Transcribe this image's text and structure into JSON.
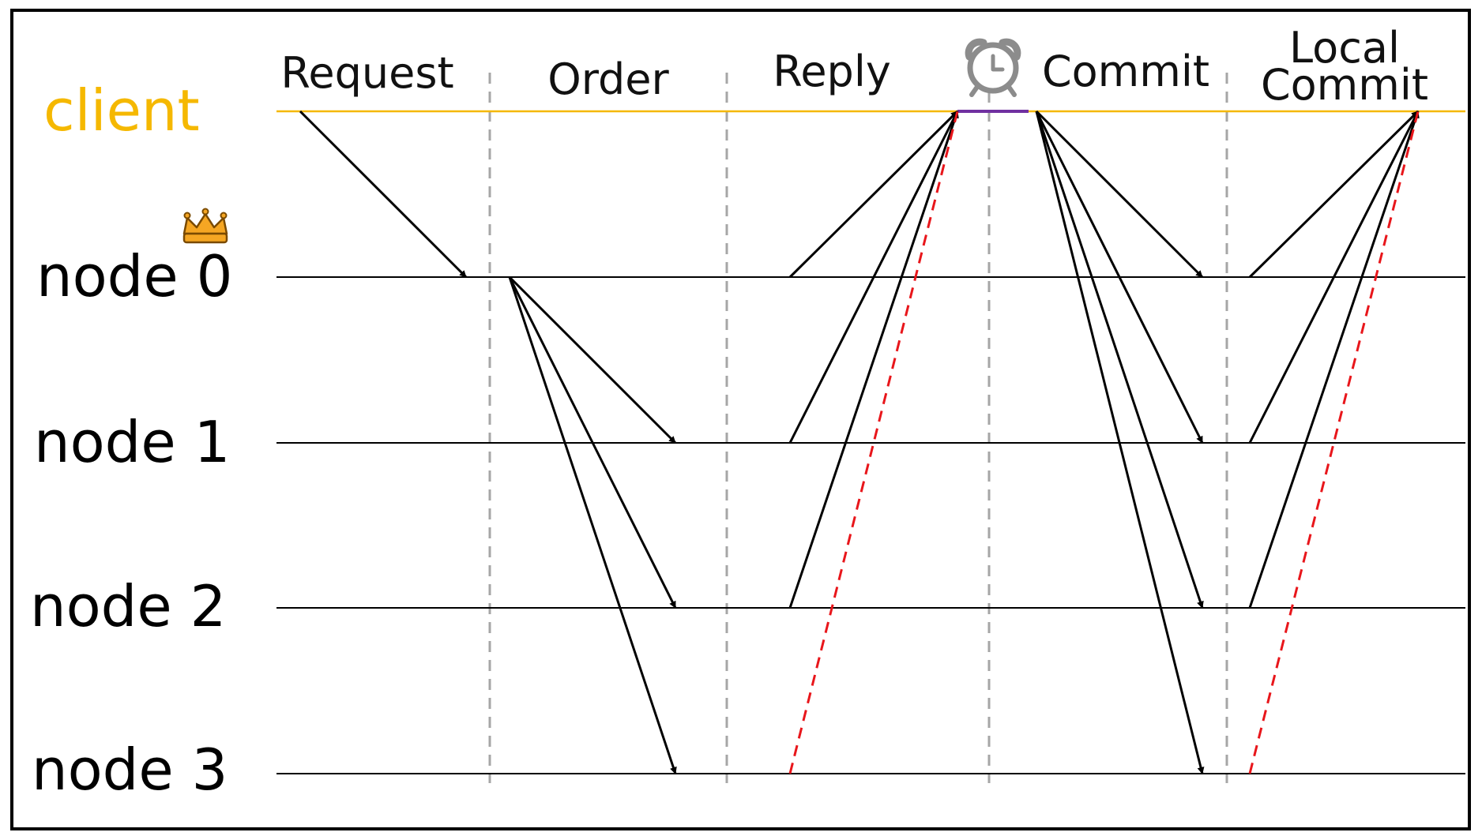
{
  "diagram": {
    "participants": [
      {
        "id": "client",
        "label": "client",
        "color": "#f5b800"
      },
      {
        "id": "node0",
        "label": "node 0",
        "leader": true
      },
      {
        "id": "node1",
        "label": "node 1"
      },
      {
        "id": "node2",
        "label": "node 2"
      },
      {
        "id": "node3",
        "label": "node 3"
      }
    ],
    "phases": [
      {
        "id": "request",
        "lines": [
          "Request"
        ]
      },
      {
        "id": "order",
        "lines": [
          "Order"
        ]
      },
      {
        "id": "reply",
        "lines": [
          "Reply"
        ]
      },
      {
        "id": "commit",
        "lines": [
          "Commit"
        ]
      },
      {
        "id": "local-commit",
        "lines": [
          "Local",
          "Commit"
        ]
      }
    ],
    "messages": [
      {
        "phase": "request",
        "from": "client",
        "to": "node0",
        "style": "solid"
      },
      {
        "phase": "order",
        "from": "node0",
        "to": "node1",
        "style": "solid"
      },
      {
        "phase": "order",
        "from": "node0",
        "to": "node2",
        "style": "solid"
      },
      {
        "phase": "order",
        "from": "node0",
        "to": "node3",
        "style": "solid"
      },
      {
        "phase": "reply",
        "from": "node0",
        "to": "client",
        "style": "solid"
      },
      {
        "phase": "reply",
        "from": "node1",
        "to": "client",
        "style": "solid"
      },
      {
        "phase": "reply",
        "from": "node2",
        "to": "client",
        "style": "solid"
      },
      {
        "phase": "reply",
        "from": "node3",
        "to": "client",
        "style": "dashed-red"
      },
      {
        "phase": "commit",
        "from": "client",
        "to": "node0",
        "style": "solid"
      },
      {
        "phase": "commit",
        "from": "client",
        "to": "node1",
        "style": "solid"
      },
      {
        "phase": "commit",
        "from": "client",
        "to": "node2",
        "style": "solid"
      },
      {
        "phase": "commit",
        "from": "client",
        "to": "node3",
        "style": "solid"
      },
      {
        "phase": "local-commit",
        "from": "node0",
        "to": "client",
        "style": "solid"
      },
      {
        "phase": "local-commit",
        "from": "node1",
        "to": "client",
        "style": "solid"
      },
      {
        "phase": "local-commit",
        "from": "node2",
        "to": "client",
        "style": "solid"
      },
      {
        "phase": "local-commit",
        "from": "node3",
        "to": "client",
        "style": "dashed-red"
      }
    ],
    "colors": {
      "client": "#f5b800",
      "message": "#000000",
      "faulty_message": "#e8161b",
      "phase_divider": "#a6a6a6",
      "timer_wait": "#7030a0",
      "crown": "#f5a623",
      "clock": "#8c8c8c"
    },
    "icons": {
      "leader": "crown-icon",
      "timer": "alarm-clock-icon"
    }
  }
}
